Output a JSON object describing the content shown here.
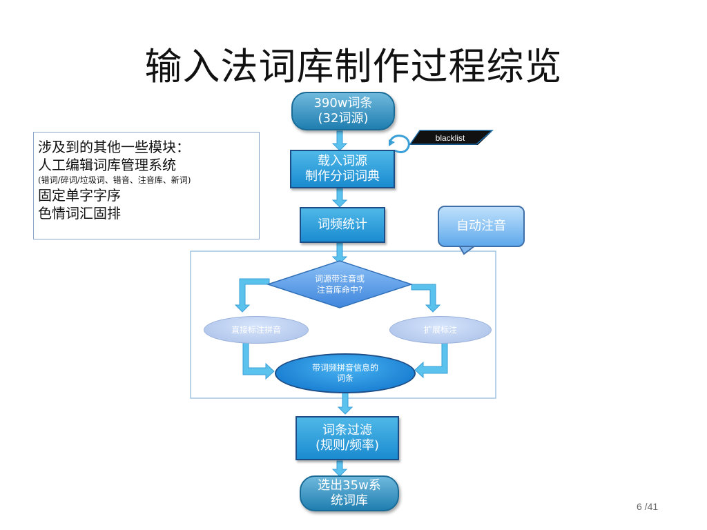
{
  "slide": {
    "title": "输入法词库制作过程综览",
    "page_number": "6 /41"
  },
  "side_panel": {
    "heading": "涉及到的其他一些模块：",
    "item1": "人工编辑词库管理系统",
    "item1_detail": "(错词/碎词/垃圾词、错音、注音库、新词)",
    "item2": "固定单字字序",
    "item3": "色情词汇固排"
  },
  "flow": {
    "start_line1": "390w词条",
    "start_line2": "(32词源)",
    "blacklist": "blacklist",
    "load_line1": "载入词源",
    "load_line2": "制作分词词典",
    "freq": "词频统计",
    "auto_pinyin": "自动注音",
    "decision_line1": "词源带注音或",
    "decision_line2": "注音库命中?",
    "direct": "直接标注拼音",
    "extend": "扩展标注",
    "merged_line1": "带词频拼音信息的",
    "merged_line2": "词条",
    "filter_line1": "词条过滤",
    "filter_line2": "(规则/频率)",
    "end_line1": "选出35w系",
    "end_line2": "统词库"
  },
  "colors": {
    "node_blue": "#1b8bd0",
    "border_dark": "#1d4d86",
    "arrow": "#5bc2ee",
    "decision": "#5aa2ea",
    "light_oval": "#b9cdf0"
  }
}
